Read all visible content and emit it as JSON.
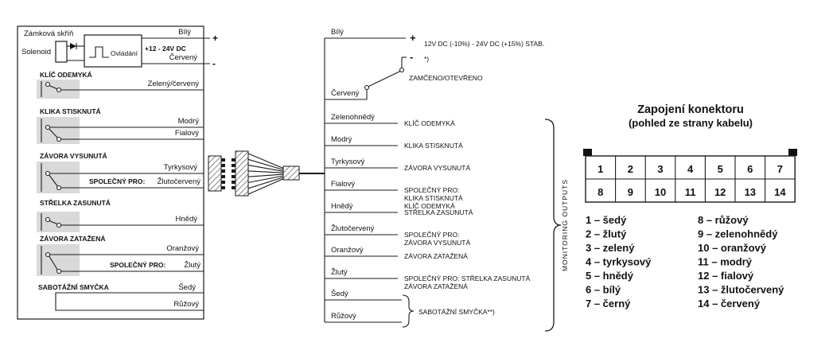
{
  "lock_box": {
    "title": "Zámková skříň",
    "solenoid_label": "Solenoid",
    "control_label": "Ovládání",
    "supply_label": "+12 - 24V DC",
    "wire_white": "Bílý",
    "wire_red": "Červený",
    "plus": "+",
    "minus": "-",
    "groups": [
      {
        "label": "KLÍČ ODEMYKÁ",
        "wire1": "Zelený/červený"
      },
      {
        "label": "KLIKA STISKNUTÁ",
        "wire1": "Modrý",
        "wire2": "Fialový"
      },
      {
        "label": "ZÁVORA VYSUNUTÁ",
        "wire1": "Tyrkysový",
        "common_label": "SPOLEČNÝ PRO:",
        "common_wire": "Žlutočervený"
      },
      {
        "label": "STŘELKA ZASUNUTÁ",
        "wire1": "Hnědý"
      },
      {
        "label": "ZÁVORA ZATAŽENÁ",
        "wire1": "Oranžový",
        "common_label": "SPOLEČNÝ PRO:",
        "common_wire": "Žlutý"
      },
      {
        "label": "SABOTÁŽNÍ SMYČKA",
        "wire1": "Šedý",
        "wire2": "Růžový"
      }
    ]
  },
  "cable": {
    "power_plus": "+",
    "power_minus": "-",
    "power_spec": "12V DC (-10%) - 24V DC (+15%) STAB.",
    "power_note": "*)",
    "lock_switch_label": "ZAMČENO/OTEVŘENO",
    "monitoring_label": "MONITORING OUTPUTS",
    "tamper_label": "SABOTÁŽNÍ SMYČKA**)",
    "wires": [
      {
        "name": "Bílý"
      },
      {
        "name": "Červený"
      },
      {
        "name": "Zelenohnědý",
        "desc": [
          "KLÍČ ODEMYKÁ"
        ]
      },
      {
        "name": "Modrý",
        "desc": [
          "KLIKA STISKNUTÁ"
        ]
      },
      {
        "name": "Tyrkysový",
        "desc": [
          "ZÁVORA VYSUNUTÁ"
        ]
      },
      {
        "name": "Fialový",
        "desc": [
          "SPOLEČNÝ PRO:",
          "KLIKA STISKNUTÁ",
          "KLÍČ ODEMYKÁ"
        ]
      },
      {
        "name": "Hnědý",
        "desc": [
          "STŘELKA ZASUNUTÁ"
        ]
      },
      {
        "name": "Žlutočervený",
        "desc": [
          "SPOLEČNÝ PRO:",
          "ZÁVORA VYSUNUTÁ"
        ]
      },
      {
        "name": "Oranžový",
        "desc": [
          "ZÁVORA ZATAŽENÁ"
        ]
      },
      {
        "name": "Žlutý",
        "desc": [
          "SPOLEČNÝ PRO: STŘELKA ZASUNUTÁ",
          "ZÁVORA ZATAŽENÁ"
        ]
      },
      {
        "name": "Šedý"
      },
      {
        "name": "Růžový"
      }
    ]
  },
  "connector": {
    "title": "Zapojení konektoru",
    "subtitle": "(pohled ze strany kabelu)",
    "pins": [
      "1",
      "2",
      "3",
      "4",
      "5",
      "6",
      "7",
      "8",
      "9",
      "10",
      "11",
      "12",
      "13",
      "14"
    ],
    "legend_left": [
      "1 – šedý",
      "2 – žlutý",
      "3 – zelený",
      "4 – tyrkysový",
      "5 – hnědý",
      "6 – bílý",
      "7 – černý"
    ],
    "legend_right": [
      "8 – růžový",
      "9 – zelenohnědý",
      "10 – oranžový",
      "11 – modrý",
      "12 – fialový",
      "13 – žlutočervený",
      "14 – červený"
    ]
  }
}
